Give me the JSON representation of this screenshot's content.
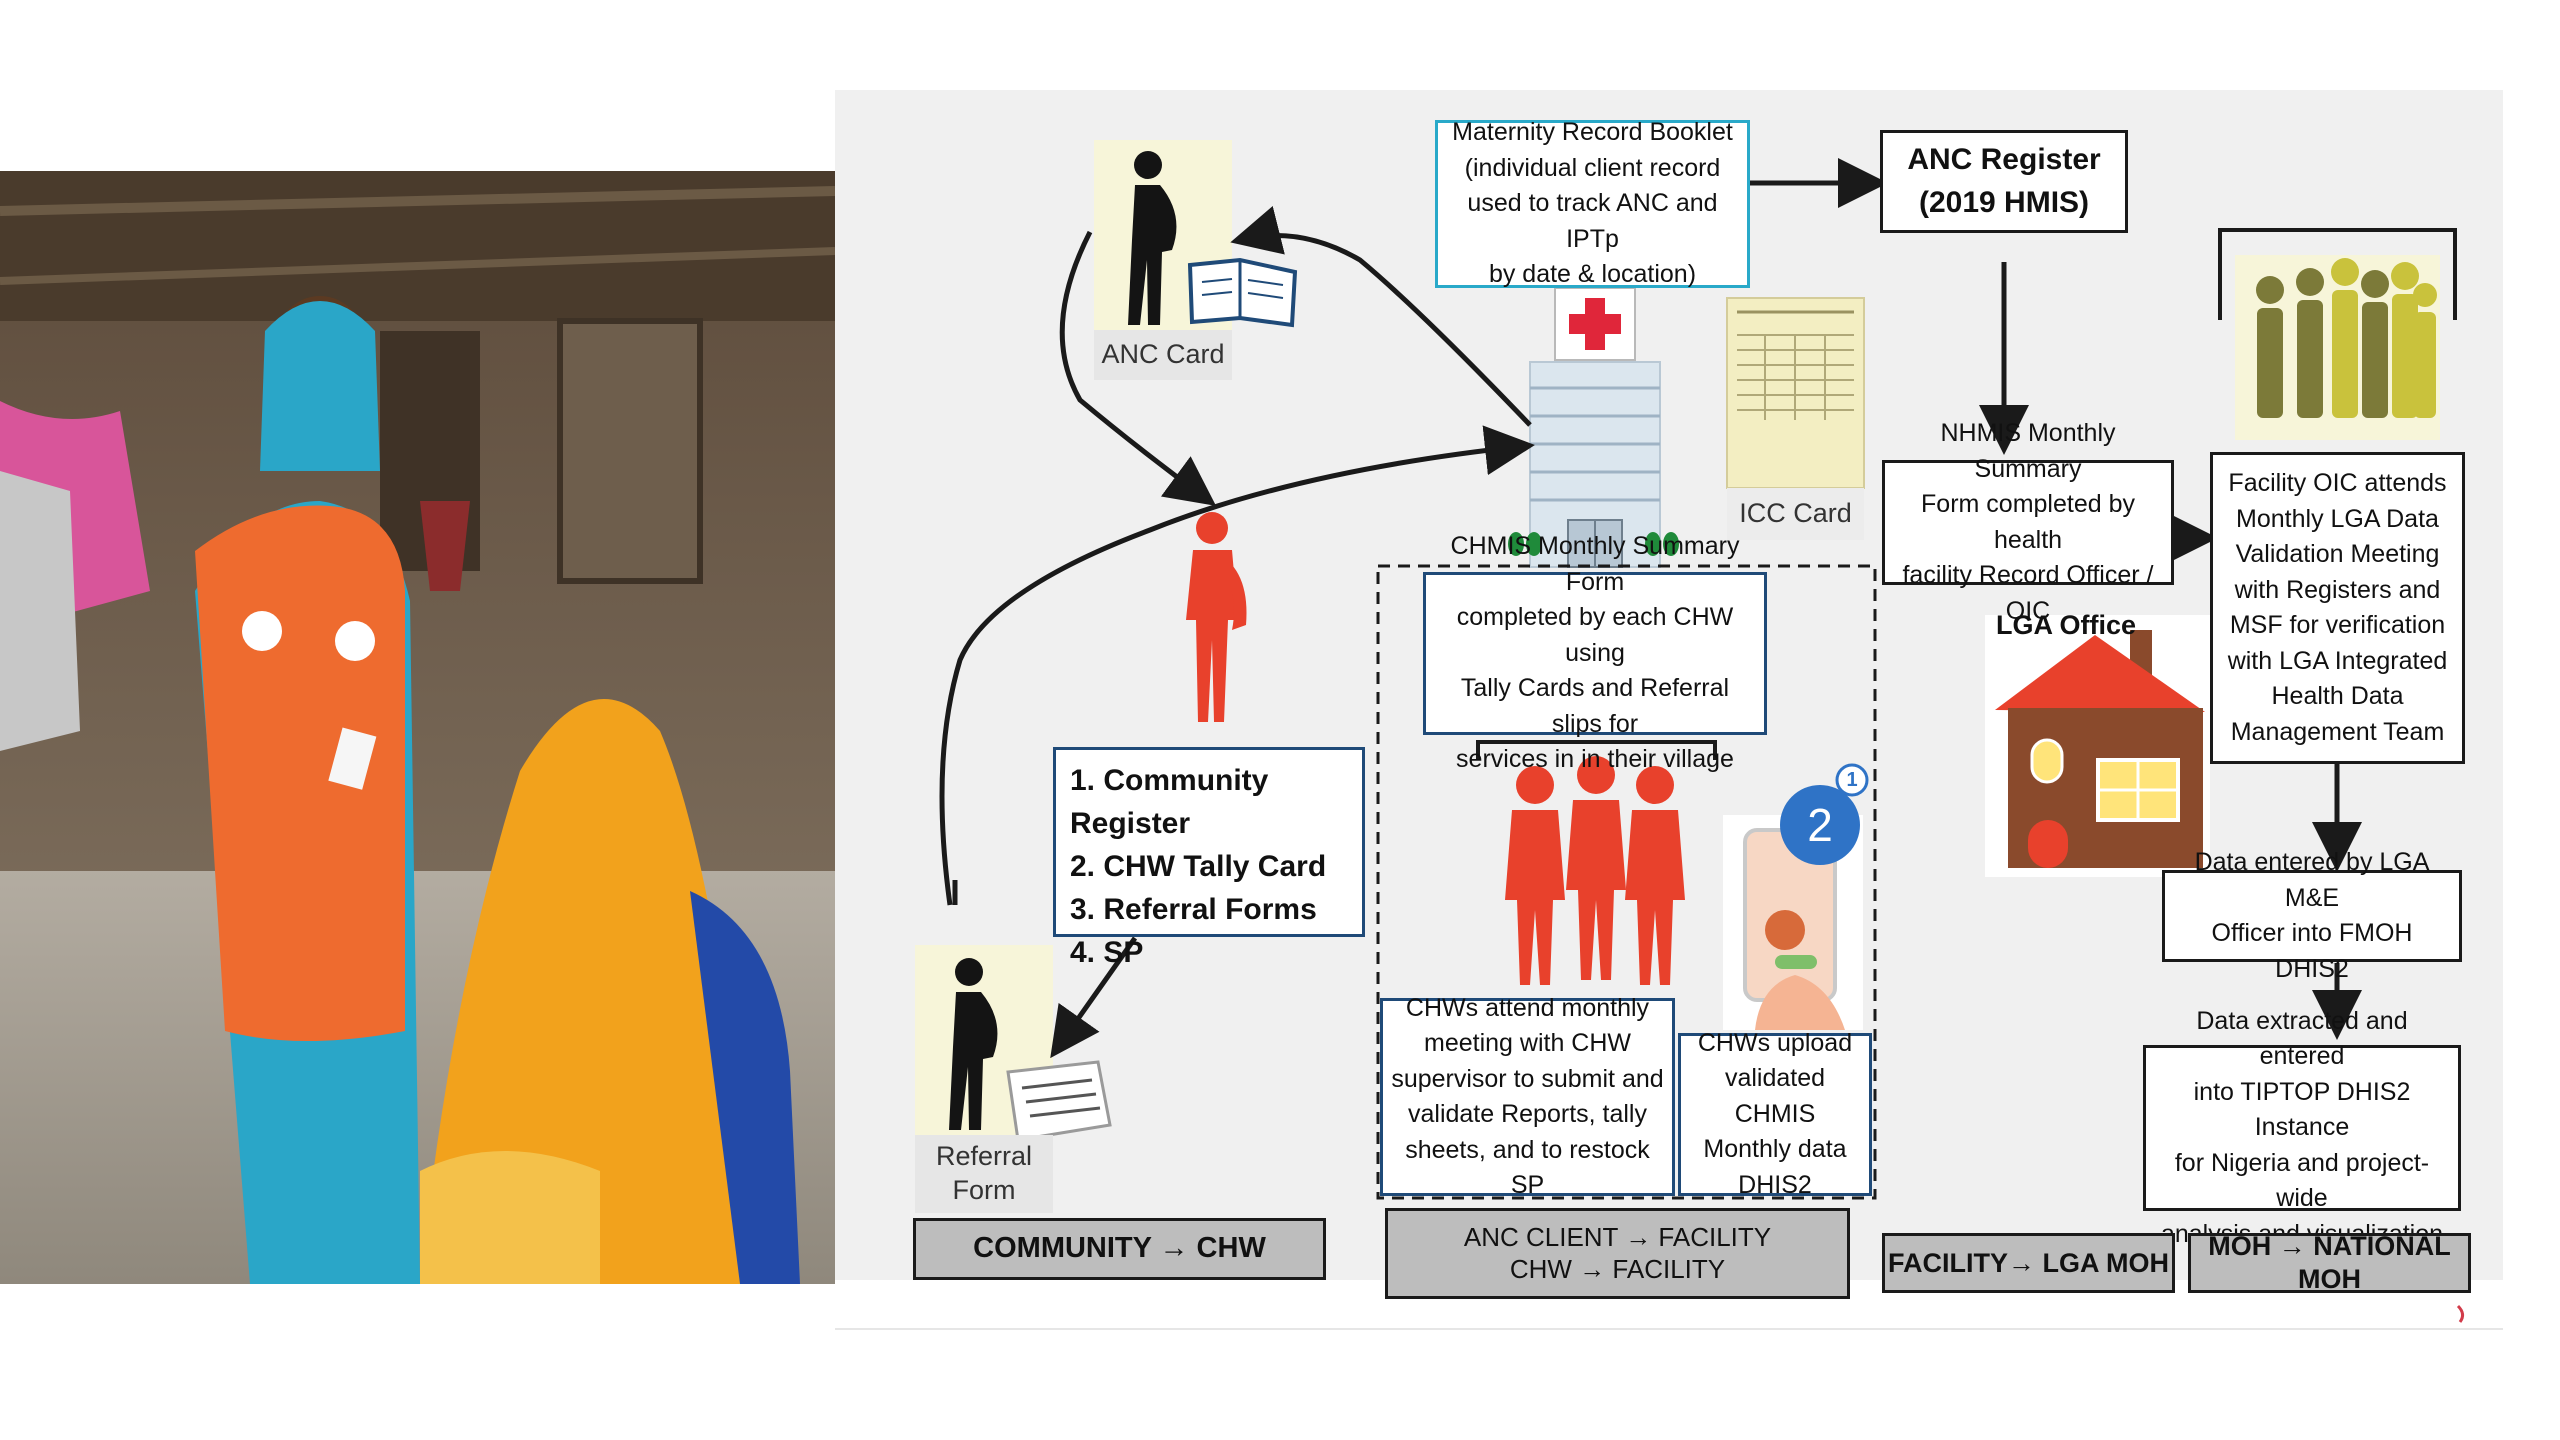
{
  "photo": {
    "icon": "photo-chw-counselling-pregnant-woman",
    "vest_color": "#ee6b2f",
    "hijab_color": "#f2a21c",
    "wall_color": "#7a6a55"
  },
  "boxes": {
    "maternity_booklet": "Maternity Record Booklet\n(individual client record\nused to track ANC and IPTp\nby date & location)",
    "anc_register": "ANC Register\n(2019 HMIS)",
    "nhmis_summary": "NHMIS Monthly Summary\nForm completed by health\nfacility Record Officer / OIC",
    "facility_oic": "Facility OIC attends\nMonthly LGA Data\nValidation Meeting\nwith Registers and\nMSF for verification\nwith LGA Integrated\nHealth Data\nManagement Team",
    "chmis_summary": "CHMIS Monthly Summary  Form\ncompleted by each CHW using\nTally Cards and Referral slips for\nservices in in their village",
    "chw_meeting": "CHWs attend monthly\nmeeting with CHW\nsupervisor to submit and\nvalidate Reports, tally\nsheets, and to restock SP",
    "chw_upload": "CHWs upload\nvalidated CHMIS\nMonthly  data\nDHIS2",
    "lga_entry": "Data entered by LGA M&E\nOfficer into FMOH DHIS2",
    "tiptop_entry": "Data extracted and entered\ninto TIPTOP DHIS2 Instance\nfor Nigeria and project-wide\nanalysis and visualization"
  },
  "community_list": [
    "1.  Community Register",
    "2.  CHW Tally Card",
    "3.  Referral Forms",
    "4.  SP"
  ],
  "labels": {
    "anc_card": "ANC Card",
    "icc_card": "ICC Card",
    "referral_form": "Referral\nForm",
    "lga_office": "LGA Office",
    "phone_badge": "2",
    "phone_notification": "1"
  },
  "footers": {
    "community_chw": "COMMUNITY → CHW",
    "anc_facility": "ANC CLIENT → FACILITY\nCHW → FACILITY",
    "facility_lga": "FACILITY→ LGA MOH",
    "moh_national": "MOH → NATIONAL MOH"
  },
  "icons": {
    "pregnant_woman": "pregnant-woman-icon",
    "open_book": "open-book-icon",
    "hospital": "hospital-building-icon",
    "chw_person": "community-health-worker-icon",
    "chw_group": "chw-group-icon",
    "people_group": "people-group-icon",
    "house": "lga-office-house-icon",
    "phone": "smartphone-upload-icon",
    "icc_card": "icc-card-sheet-icon",
    "referral_sheet": "referral-form-sheet-icon"
  },
  "colors": {
    "chw_red": "#e8412c",
    "teal_border": "#29a9c9",
    "navy_border": "#1f4a78",
    "icon_bg": "#f7f5d9",
    "footer_gray": "#bdbdbd",
    "panel_gray": "#f0f0f0",
    "people_olive": "#7c7a39",
    "people_yellow": "#c9c23c",
    "phone_blue": "#2f73c6"
  }
}
